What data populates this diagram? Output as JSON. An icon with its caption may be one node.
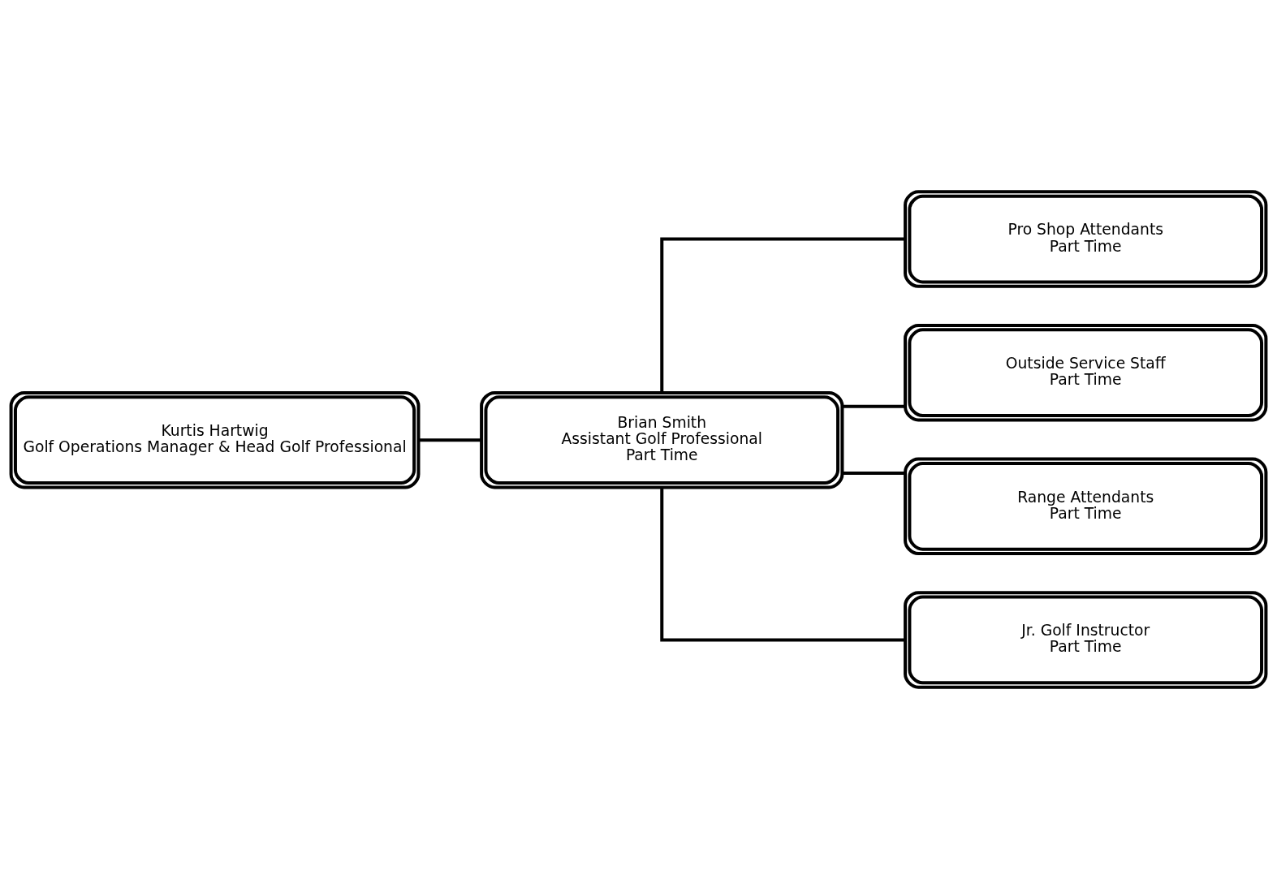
{
  "diagram": {
    "nodes": [
      {
        "text": [
          "Kurtis Hartwig",
          "Golf Operations Manager & Head Golf Professional"
        ]
      },
      {
        "text": [
          "Brian Smith",
          "Assistant Golf Professional",
          "Part Time"
        ]
      },
      {
        "text": [
          "Pro Shop Attendants",
          "Part Time"
        ]
      },
      {
        "text": [
          "Outside Service Staff",
          "Part Time"
        ]
      },
      {
        "text": [
          "Range Attendants",
          "Part Time"
        ]
      },
      {
        "text": [
          "Jr. Golf Instructor",
          "Part Time"
        ]
      }
    ],
    "edges": [
      {
        "from": 0,
        "to": 1,
        "arrow": "none"
      },
      {
        "from": 1,
        "to": 2,
        "arrow": "none"
      },
      {
        "from": 1,
        "to": 3,
        "arrow": "none"
      },
      {
        "from": 1,
        "to": 4,
        "arrow": "none"
      },
      {
        "from": 1,
        "to": 5,
        "arrow": "none"
      }
    ]
  }
}
